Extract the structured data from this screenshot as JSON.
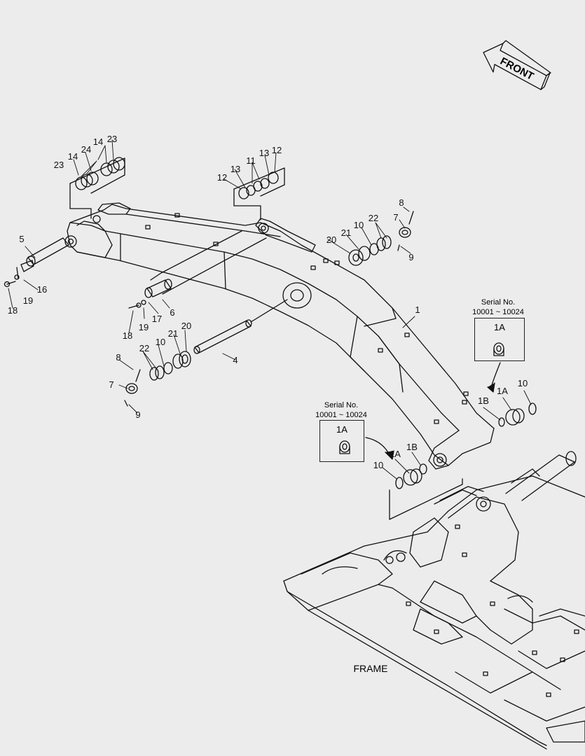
{
  "direction_label": "FRONT",
  "frame_label": "FRAME",
  "inset_right": {
    "serial_title": "Serial No.",
    "serial_range": "10001 ~ 10024",
    "part_label": "1A"
  },
  "inset_left": {
    "serial_title": "Serial No.",
    "serial_range": "10001 ~ 10024",
    "part_label": "1A"
  },
  "callouts": {
    "c1": "1",
    "c4": "4",
    "c5": "5",
    "c6": "6",
    "c7a": "7",
    "c7b": "7",
    "c8a": "8",
    "c8b": "8",
    "c9a": "9",
    "c9b": "9",
    "c10a": "10",
    "c10b": "10",
    "c10c": "10",
    "c10d": "10",
    "c11": "11",
    "c12a": "12",
    "c12b": "12",
    "c13a": "13",
    "c13b": "13",
    "c14a": "14",
    "c14b": "14",
    "c16": "16",
    "c17": "17",
    "c18a": "18",
    "c18b": "18",
    "c19a": "19",
    "c19b": "19",
    "c20a": "20",
    "c20b": "20",
    "c21a": "21",
    "c21b": "21",
    "c22a": "22",
    "c22b": "22",
    "c23a": "23",
    "c23b": "23",
    "c24": "24",
    "c1a_r": "1A",
    "c1b_r": "1B",
    "c1a_l": "1A",
    "c1b_l": "1B"
  }
}
